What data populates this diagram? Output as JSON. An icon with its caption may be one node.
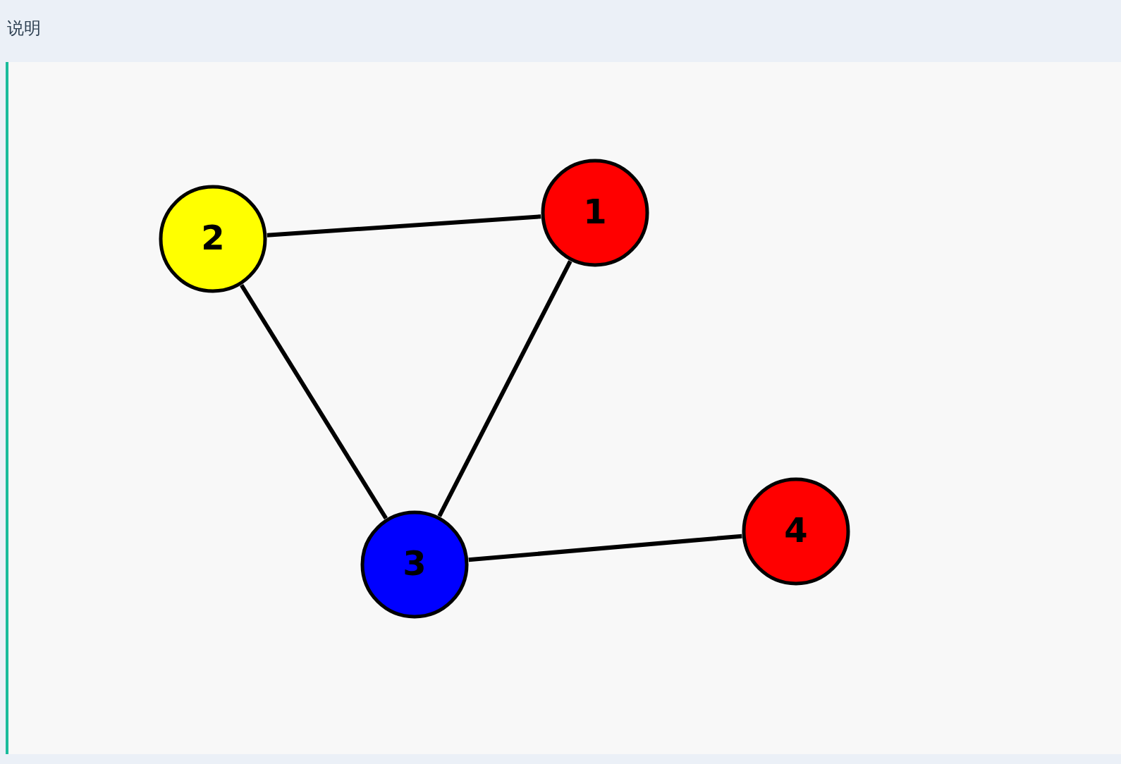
{
  "diagram": {
    "title": "说明",
    "nodes": [
      {
        "text": [
          "1"
        ]
      },
      {
        "text": [
          "2"
        ]
      },
      {
        "text": [
          "3"
        ]
      },
      {
        "text": [
          "4"
        ]
      }
    ],
    "edges": [
      {
        "from": 1,
        "to": 0,
        "arrow": "none"
      },
      {
        "from": 1,
        "to": 2,
        "arrow": "none"
      },
      {
        "from": 0,
        "to": 2,
        "arrow": "none"
      },
      {
        "from": 2,
        "to": 3,
        "arrow": "none"
      }
    ]
  }
}
